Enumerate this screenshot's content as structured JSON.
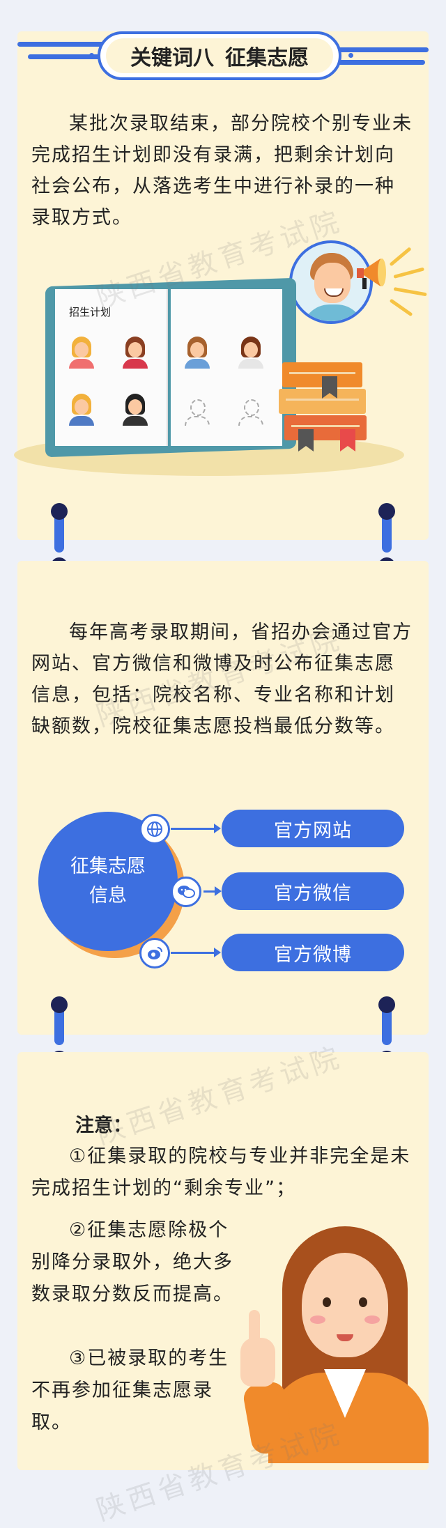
{
  "title": {
    "left": "关键词八",
    "right": "征集志愿"
  },
  "intro_paragraph": "某批次录取结束，部分院校个别专业未完成招生计划即没有录满，把剩余计划向社会公布，从落选考生中进行补录的一种录取方式。",
  "book": {
    "page_title": "招生计划"
  },
  "info_paragraph": "每年高考录取期间，省招办会通过官方网站、官方微信和微博及时公布征集志愿信息，包括：院校名称、专业名称和计划缺额数，院校征集志愿投档最低分数等。",
  "diagram": {
    "center_label": "征集志愿信息",
    "channels": [
      {
        "label": "官方网站",
        "icon": "globe-icon"
      },
      {
        "label": "官方微信",
        "icon": "wechat-icon"
      },
      {
        "label": "官方微博",
        "icon": "weibo-icon"
      }
    ]
  },
  "notes": {
    "heading": "注意：",
    "items": [
      "①征集录取的院校与专业并非完全是未完成招生计划的“剩余专业”；",
      "②征集志愿除极个别降分录取外，绝大多数录取分数反而提高。",
      "③已被录取的考生不再参加征集志愿录取。"
    ]
  },
  "watermark": "陕西省教育考试院",
  "colors": {
    "primary": "#3d6fe0",
    "card": "#fdf4d6",
    "accent": "#f4a048",
    "ring_cap": "#1d2357"
  }
}
